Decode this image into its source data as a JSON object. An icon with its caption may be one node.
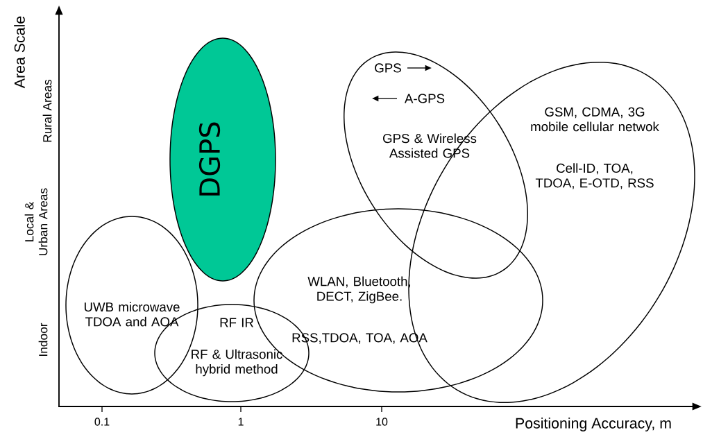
{
  "diagram": {
    "nodes": [
      {
        "text": [
          "UWB microwave TDOA and AOA"
        ]
      },
      {
        "text": [
          "DGPS"
        ]
      },
      {
        "text": [
          "RF IR",
          "RF & Ultrasonic hybrid method"
        ]
      },
      {
        "text": [
          "WLAN, Bluetooth, DECT, ZigBee.",
          "RSS,TDOA, TOA, AOA"
        ]
      },
      {
        "text": [
          "GPS",
          "A-GPS",
          "GPS & Wireless Assisted GPS"
        ]
      },
      {
        "text": [
          "GSM, CDMA, 3G mobile cellular netwok",
          "Cell-ID, TOA, TDOA, E-OTD, RSS"
        ]
      }
    ],
    "labels": [
      "Area Scale",
      "Rural Areas",
      "Local & Urban Areas",
      "Indoor",
      "0.1",
      "1",
      "10",
      "Positioning Accuracy, m"
    ]
  }
}
